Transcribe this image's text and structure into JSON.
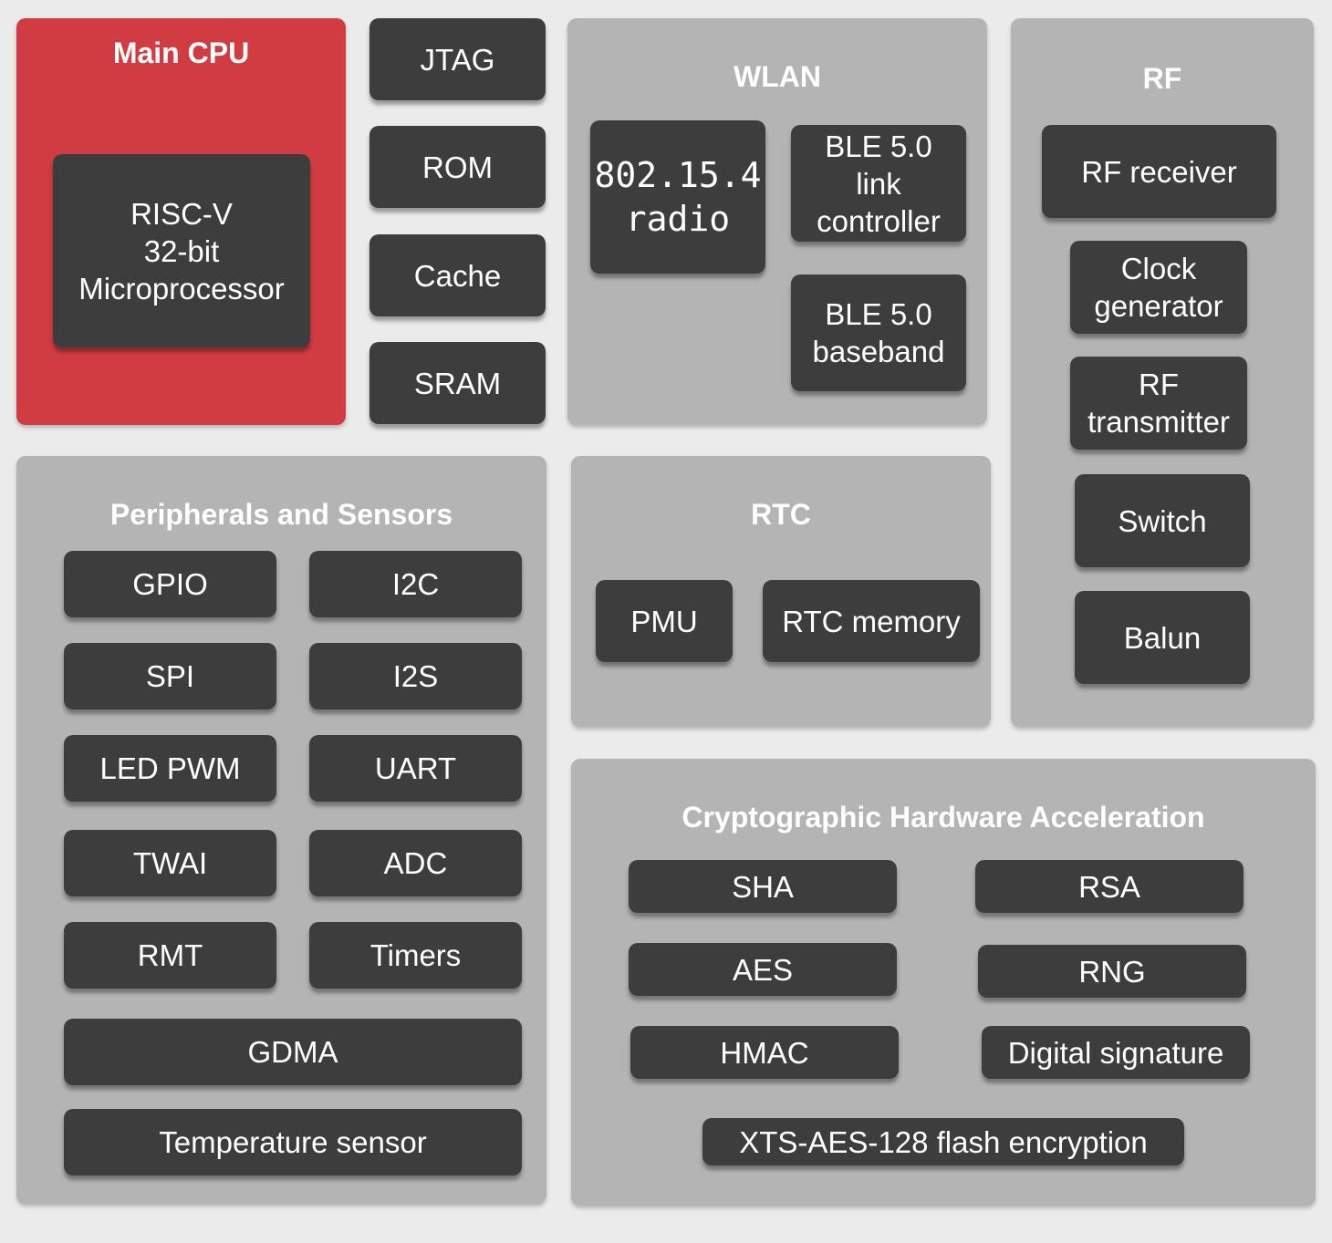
{
  "main_cpu": {
    "title": "Main CPU",
    "processor": "RISC-V\n32-bit\nMicroprocessor"
  },
  "memory": {
    "jtag": "JTAG",
    "rom": "ROM",
    "cache": "Cache",
    "sram": "SRAM"
  },
  "wlan": {
    "title": "WLAN",
    "radio": "802.15.4\nradio",
    "ble_link": "BLE 5.0\nlink\ncontroller",
    "ble_baseband": "BLE 5.0\nbaseband"
  },
  "rf": {
    "title": "RF",
    "receiver": "RF receiver",
    "clock": "Clock\ngenerator",
    "transmitter": "RF\ntransmitter",
    "switch": "Switch",
    "balun": "Balun"
  },
  "peripherals": {
    "title": "Peripherals and Sensors",
    "gpio": "GPIO",
    "i2c": "I2C",
    "spi": "SPI",
    "i2s": "I2S",
    "led_pwm": "LED PWM",
    "uart": "UART",
    "twai": "TWAI",
    "adc": "ADC",
    "rmt": "RMT",
    "timers": "Timers",
    "gdma": "GDMA",
    "temp": "Temperature sensor"
  },
  "rtc": {
    "title": "RTC",
    "pmu": "PMU",
    "memory": "RTC memory"
  },
  "crypto": {
    "title": "Cryptographic Hardware Acceleration",
    "sha": "SHA",
    "rsa": "RSA",
    "aes": "AES",
    "rng": "RNG",
    "hmac": "HMAC",
    "ds": "Digital signature",
    "xts": "XTS-AES-128 flash encryption"
  }
}
